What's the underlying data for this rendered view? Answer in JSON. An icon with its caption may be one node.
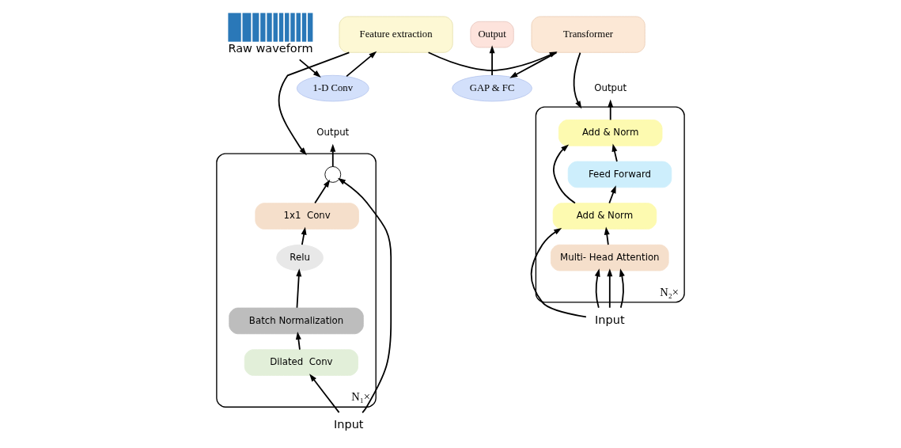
{
  "diagram": {
    "nodes": [
      {
        "text": [],
        "shape": "picture",
        "beside": [
          "Raw waveform"
        ]
      },
      {
        "text": [
          "1-D Conv"
        ]
      },
      {
        "text": [
          "Feature extraction"
        ]
      },
      {
        "text": [
          "Transformer"
        ]
      },
      {
        "text": [
          "GAP & FC"
        ]
      },
      {
        "text": [
          "Output"
        ]
      },
      {
        "text": [],
        "shape": "box",
        "beside": [
          "N₁×"
        ]
      },
      {
        "text": [
          "Output"
        ]
      },
      {
        "text": [],
        "shape": "circle",
        "in": 6
      },
      {
        "text": [
          "1x1  Conv"
        ],
        "in": 6
      },
      {
        "text": [
          "Relu"
        ],
        "in": 6
      },
      {
        "text": [
          "Batch Normalization"
        ],
        "in": 6
      },
      {
        "text": [
          "Dilated  Conv"
        ],
        "in": 6
      },
      {
        "text": [
          "Input"
        ]
      },
      {
        "text": [],
        "shape": "box",
        "beside": [
          "N₂×"
        ]
      },
      {
        "text": [
          "Output"
        ]
      },
      {
        "text": [
          "Add & Norm"
        ],
        "in": 14
      },
      {
        "text": [
          "Feed Forward"
        ],
        "in": 14
      },
      {
        "text": [
          "Add & Norm"
        ],
        "in": 14
      },
      {
        "text": [
          "Multi- Head Attention"
        ],
        "in": 14
      },
      {
        "text": [
          "Input"
        ]
      }
    ],
    "edges": [
      {
        "from": 0,
        "to": 1,
        "arrow": "to"
      },
      {
        "from": 1,
        "to": 2,
        "arrow": "to"
      },
      {
        "from": 2,
        "to": 3,
        "arrow": "to"
      },
      {
        "from": 3,
        "to": 4,
        "arrow": "to"
      },
      {
        "from": 4,
        "to": 5,
        "arrow": "to"
      },
      {
        "from": 2,
        "to": 6,
        "arrow": "to"
      },
      {
        "from": 3,
        "to": 14,
        "arrow": "to"
      },
      {
        "from": 13,
        "to": 12,
        "arrow": "to"
      },
      {
        "from": 12,
        "to": 11,
        "arrow": "to"
      },
      {
        "from": 11,
        "to": 10,
        "arrow": "to"
      },
      {
        "from": 10,
        "to": 9,
        "arrow": "to"
      },
      {
        "from": 9,
        "to": 8,
        "arrow": "to"
      },
      {
        "from": 13,
        "to": 8,
        "arrow": "to"
      },
      {
        "from": 8,
        "to": 7,
        "arrow": "to"
      },
      {
        "from": 20,
        "to": 19,
        "arrow": "to"
      },
      {
        "from": 20,
        "to": 19,
        "arrow": "to"
      },
      {
        "from": 20,
        "to": 19,
        "arrow": "to"
      },
      {
        "from": 20,
        "to": 18,
        "arrow": "to"
      },
      {
        "from": 19,
        "to": 18,
        "arrow": "to"
      },
      {
        "from": 18,
        "to": 17,
        "arrow": "to"
      },
      {
        "from": 18,
        "to": 16,
        "arrow": "to"
      },
      {
        "from": 17,
        "to": 16,
        "arrow": "to"
      },
      {
        "from": 16,
        "to": 15,
        "arrow": "to"
      }
    ]
  }
}
